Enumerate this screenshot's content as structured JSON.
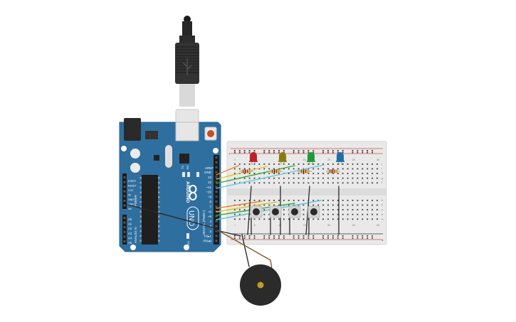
{
  "board": {
    "brand": "ARDUINO",
    "model": "UNO",
    "aref": "AREF",
    "gnd": "GND",
    "on": "ON",
    "tx_rx": [
      "TX",
      "RX"
    ],
    "digital_label": "DIGITAL (PWM~)",
    "digital_pins": [
      "13",
      "12",
      "~11",
      "~10",
      "~9",
      "8",
      "7",
      "~6",
      "~5",
      "4",
      "~3",
      "2",
      "TX▸1",
      "RX◂0"
    ],
    "power_label": "POWER",
    "power_pins": [
      "IOREF",
      "RESET",
      "3.3V",
      "5V",
      "GND",
      "GND",
      "Vin"
    ],
    "analog_label": "ANALOG IN",
    "analog_pins": [
      "A0",
      "A1",
      "A2",
      "A3",
      "A4",
      "A5"
    ]
  },
  "breadboard": {
    "columns_top": [
      "1",
      "5",
      "10",
      "15",
      "20",
      "25",
      "30"
    ],
    "rows_left": [
      "j",
      "i",
      "h",
      "g",
      "f",
      "e",
      "d",
      "c",
      "b",
      "a"
    ],
    "power_plus": "+",
    "power_minus": "−"
  },
  "components": {
    "leds": [
      {
        "color": "#c0202a"
      },
      {
        "color": "#8c7a10"
      },
      {
        "color": "#1f9a3a"
      },
      {
        "color": "#1f6ea8"
      }
    ],
    "button_count": 4,
    "resistor_count": 4,
    "buzzer_color": "#2b2b2b"
  },
  "colors": {
    "board": "#2f6fa0",
    "board_edge": "#27608c",
    "wire_orange": "#e8872a",
    "wire_yellow": "#d9c12a",
    "wire_green": "#3aa640",
    "wire_cyan": "#5fc6d9",
    "wire_black": "#2a2a2a",
    "wire_brown": "#8a5a2a"
  }
}
